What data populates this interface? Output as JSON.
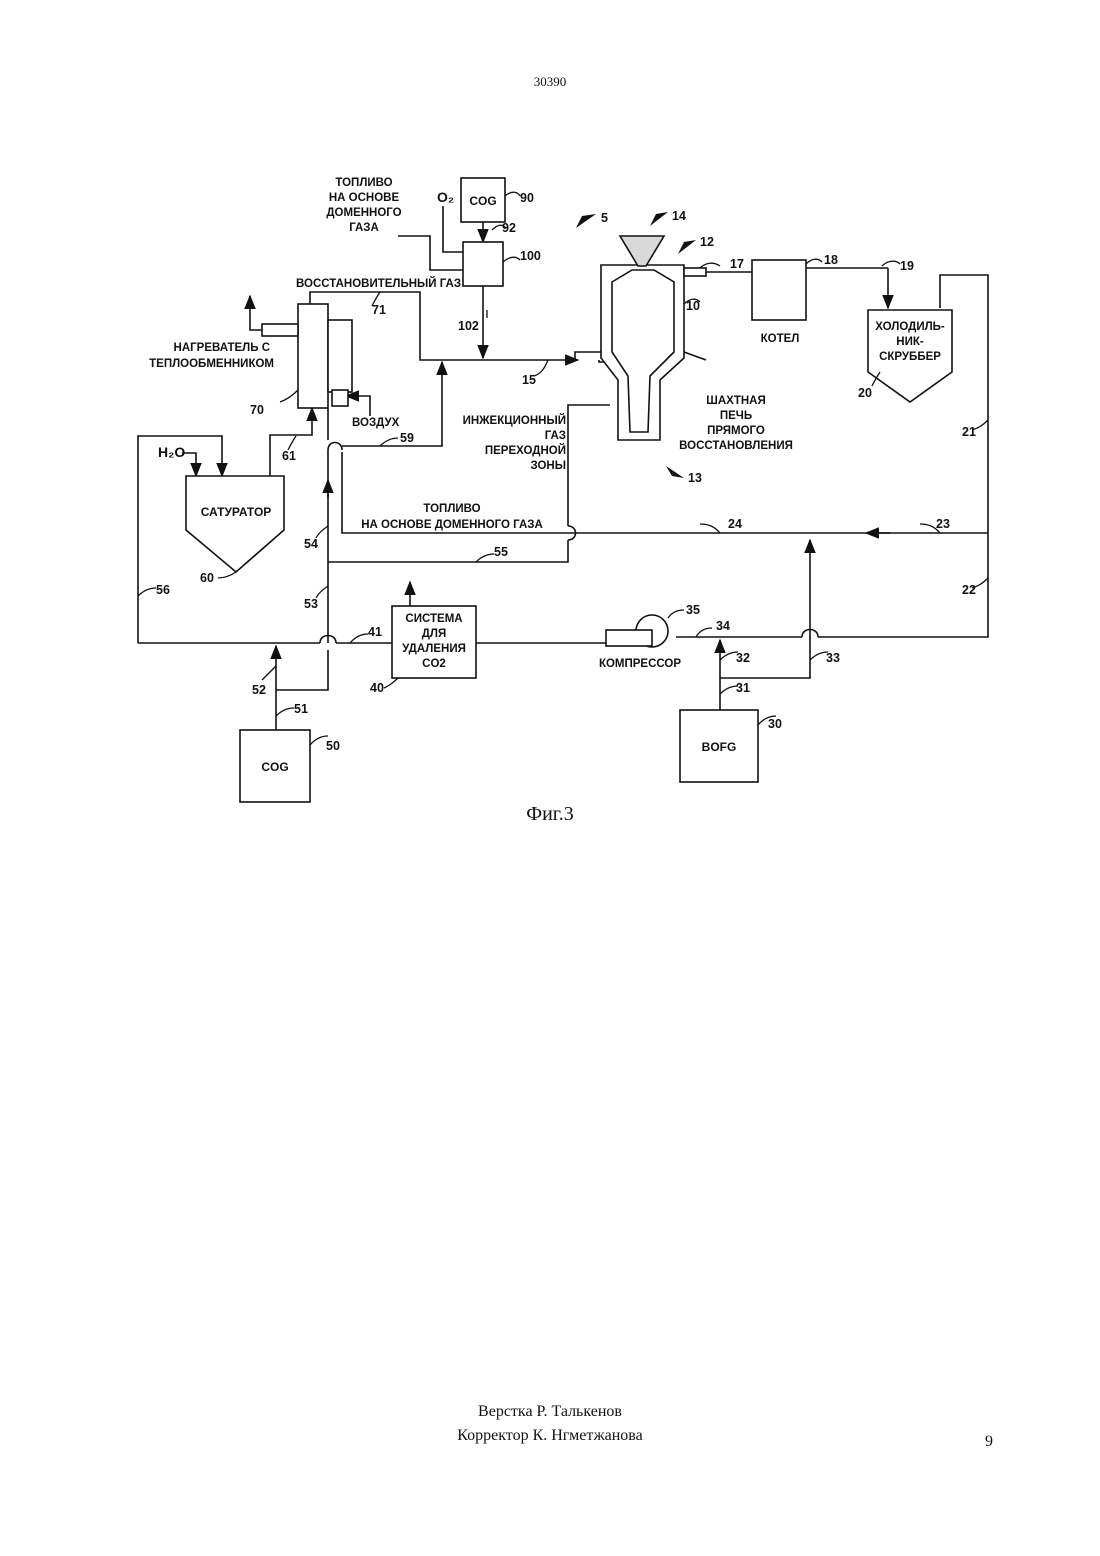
{
  "header": {
    "doc_number": "30390"
  },
  "figure": {
    "caption": "Фиг.3",
    "labels": {
      "fuel_top_1": "ТОПЛИВО",
      "fuel_top_2": "НА ОСНОВЕ",
      "fuel_top_3": "ДОМЕННОГО",
      "fuel_top_4": "ГАЗА",
      "o2": "O₂",
      "reducing_gas": "ВОССТАНОВИТЕЛЬНЫЙ ГАЗ",
      "heater_1": "НАГРЕВАТЕЛЬ С",
      "heater_2": "ТЕПЛООБМЕННИКОМ",
      "air": "ВОЗДУХ",
      "injection_1": "ИНЖЕКЦИОННЫЙ",
      "injection_2": "ГАЗ",
      "injection_3": "ПЕРЕХОДНОЙ",
      "injection_4": "ЗОНЫ",
      "furnace_1": "ШАХТНАЯ",
      "furnace_2": "ПЕЧЬ",
      "furnace_3": "ПРЯМОГО",
      "furnace_4": "ВОССТАНОВЛЕНИЯ",
      "boiler": "КОТЕЛ",
      "cooler_1": "ХОЛОДИЛЬ-",
      "cooler_2": "НИК-",
      "cooler_3": "СКРУББЕР",
      "h2o": "H₂O",
      "saturator": "САТУРАТОР",
      "fuel_mid_1": "ТОПЛИВО",
      "fuel_mid_2": "НА ОСНОВЕ ДОМЕННОГО ГАЗА",
      "co2_1": "СИСТЕМА",
      "co2_2": "ДЛЯ",
      "co2_3": "УДАЛЕНИЯ",
      "co2_4": "CO2",
      "compressor": "КОМПРЕССОР",
      "cog_top": "COG",
      "cog_bottom": "COG",
      "bofg": "BOFG"
    },
    "refs": {
      "r5": "5",
      "r10": "10",
      "r12": "12",
      "r13": "13",
      "r14": "14",
      "r15": "15",
      "r17": "17",
      "r18": "18",
      "r19": "19",
      "r20": "20",
      "r21": "21",
      "r22": "22",
      "r23": "23",
      "r24": "24",
      "r30": "30",
      "r31": "31",
      "r32": "32",
      "r33": "33",
      "r34": "34",
      "r35": "35",
      "r40": "40",
      "r41": "41",
      "r50": "50",
      "r51": "51",
      "r52": "52",
      "r53": "53",
      "r54": "54",
      "r55": "55",
      "r56": "56",
      "r59": "59",
      "r60": "60",
      "r61": "61",
      "r70": "70",
      "r71": "71",
      "r90": "90",
      "r92": "92",
      "r100": "100",
      "r102": "102"
    }
  },
  "footer": {
    "layout_credit": "Верстка Р. Талькенов",
    "corrector_credit": "Корректор К. Нгметжанова",
    "page_number": "9"
  }
}
